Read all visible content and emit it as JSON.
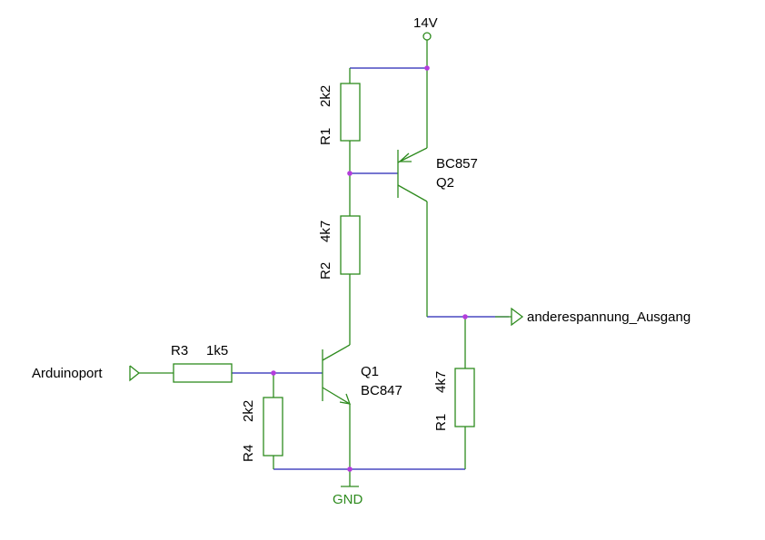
{
  "colors": {
    "wire": "#2424b4",
    "component": "#2e8b1e",
    "junction": "#b43cdc",
    "text": "#000000"
  },
  "power": {
    "supply_label": "14V",
    "ground_label": "GND"
  },
  "ports": {
    "input_label": "Arduinoport",
    "output_label": "anderespannung_Ausgang"
  },
  "components": {
    "r1_top": {
      "name": "R1",
      "value": "2k2"
    },
    "r2": {
      "name": "R2",
      "value": "4k7"
    },
    "r3": {
      "name": "R3",
      "value": "1k5"
    },
    "r4": {
      "name": "R4",
      "value": "2k2"
    },
    "r1_out": {
      "name": "R1",
      "value": "4k7"
    },
    "q1": {
      "name": "Q1",
      "part": "BC847"
    },
    "q2": {
      "name": "Q2",
      "part": "BC857"
    }
  }
}
